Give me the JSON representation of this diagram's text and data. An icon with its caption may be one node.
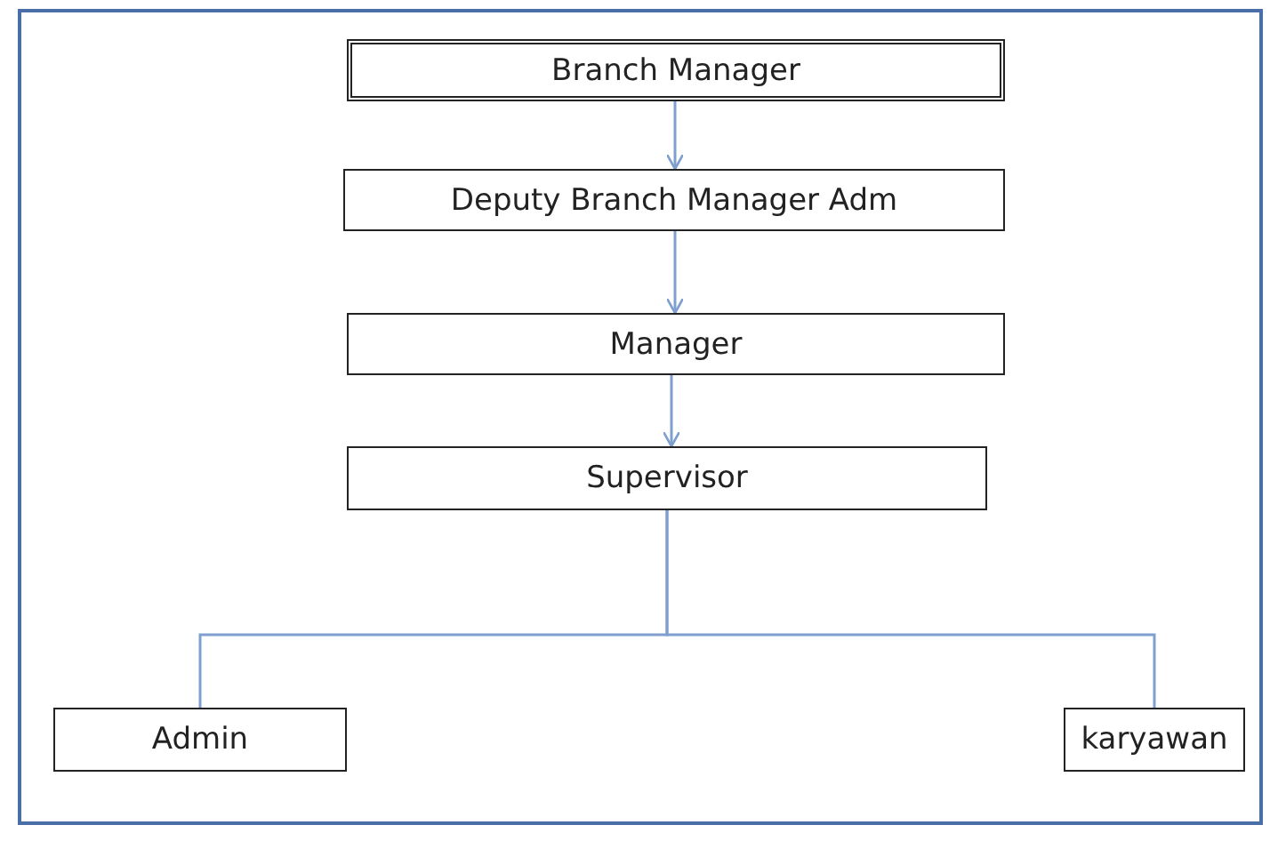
{
  "diagram": {
    "nodes": [
      {
        "text": [
          "Branch Manager"
        ]
      },
      {
        "text": [
          "Deputy Branch Manager Adm"
        ]
      },
      {
        "text": [
          "Manager"
        ]
      },
      {
        "text": [
          "Supervisor"
        ]
      },
      {
        "text": [
          "Admin"
        ]
      },
      {
        "text": [
          "karyawan"
        ]
      }
    ],
    "edges": [
      {
        "from": 0,
        "to": 1,
        "arrow": "to"
      },
      {
        "from": 1,
        "to": 2,
        "arrow": "to"
      },
      {
        "from": 2,
        "to": 3,
        "arrow": "to"
      },
      {
        "from": 3,
        "to": 4,
        "arrow": "none"
      },
      {
        "from": 3,
        "to": 5,
        "arrow": "none"
      }
    ]
  }
}
